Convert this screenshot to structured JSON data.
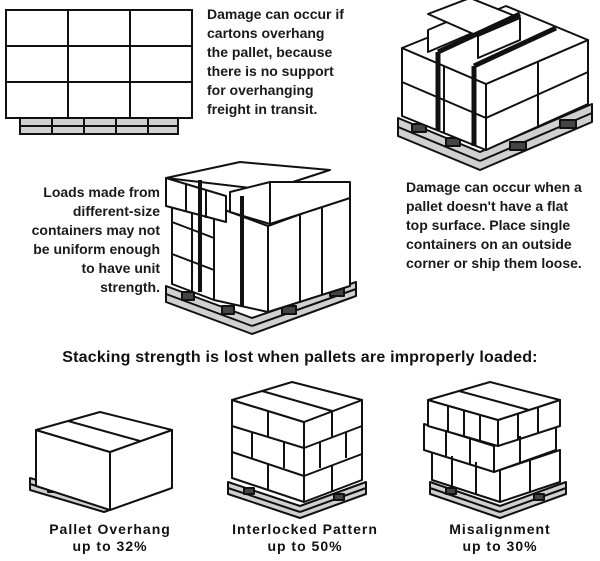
{
  "texts": {
    "overhang_note": [
      "Damage can occur if",
      "cartons overhang",
      "the pallet, because",
      "there is no support",
      "for overhanging",
      "freight in transit."
    ],
    "mixed_note": [
      "Loads made from",
      "different-size",
      "containers may not",
      "be uniform enough",
      "to have unit",
      "strength."
    ],
    "flat_top_note": [
      "Damage can occur when a",
      "pallet doesn't have a flat",
      "top surface. Place single",
      "containers on an outside",
      "corner or ship them loose."
    ]
  },
  "heading": "Stacking strength is lost when pallets are improperly loaded:",
  "captions": [
    {
      "name": "Pallet Overhang",
      "detail": "up to 32%"
    },
    {
      "name": "Interlocked Pattern",
      "detail": "up to 50%"
    },
    {
      "name": "Misalignment",
      "detail": "up to 30%"
    }
  ],
  "colors": {
    "ink": "#1a1a1a",
    "paper": "#ffffff",
    "shade": "#d0d0d0",
    "dark_shade": "#9a9a9a"
  }
}
